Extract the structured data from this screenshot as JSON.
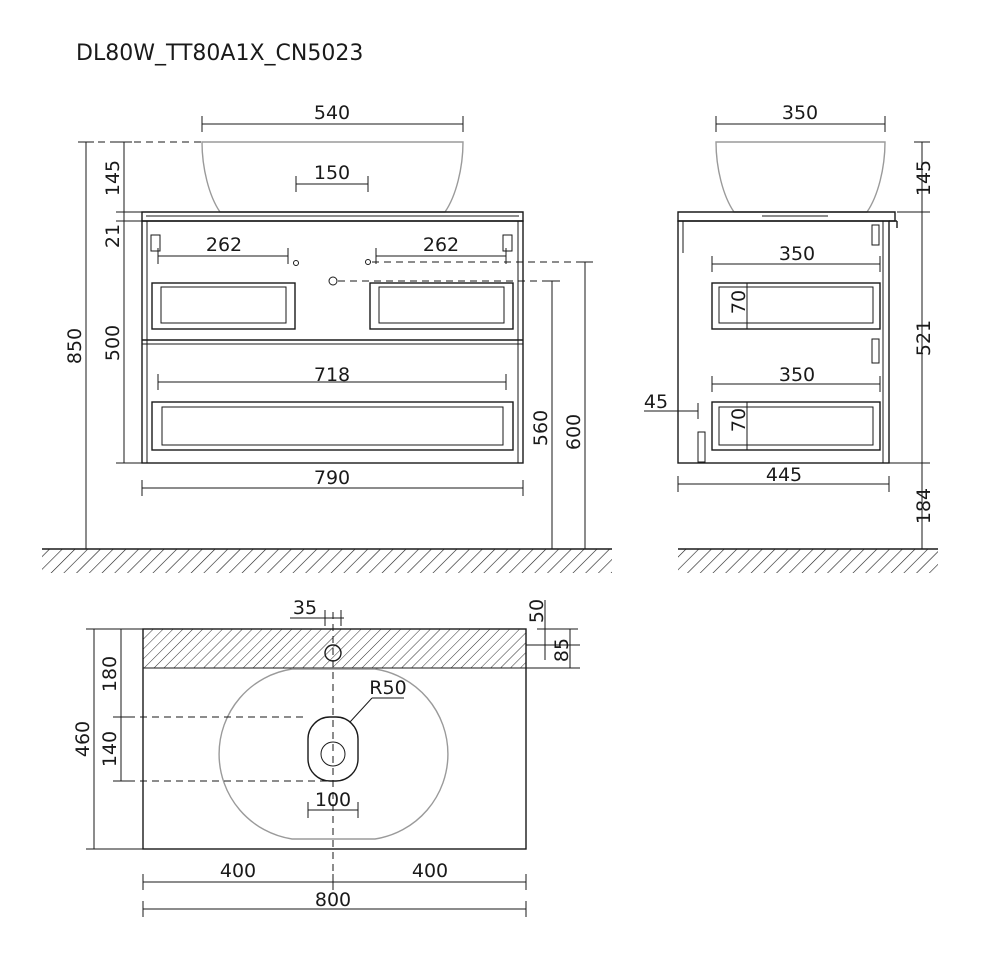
{
  "title": "DL80W_TT80A1X_CN5023",
  "front": {
    "basin_width": "540",
    "drain_offset": "150",
    "basin_height": "145",
    "top_thickness": "21",
    "drawer_left": "262",
    "drawer_right": "262",
    "drawer_wide": "718",
    "body_width": "790",
    "body_height": "500",
    "total_height": "850",
    "drain_height": "560",
    "supply_height": "600"
  },
  "side": {
    "basin_depth": "350",
    "basin_height": "145",
    "drawer_depth_1": "350",
    "drawer_depth_2": "350",
    "drawer_inner_1": "70",
    "drawer_inner_2": "70",
    "back_offset": "45",
    "body_depth": "445",
    "body_height": "521",
    "floor_gap": "184"
  },
  "top": {
    "tap_offset": "35",
    "tap_edge": "50",
    "tap_depth": "85",
    "back_zone": "180",
    "radius": "R50",
    "slot_length": "140",
    "slot_width": "100",
    "total_depth": "460",
    "half_left": "400",
    "half_right": "400",
    "total_width": "800"
  }
}
